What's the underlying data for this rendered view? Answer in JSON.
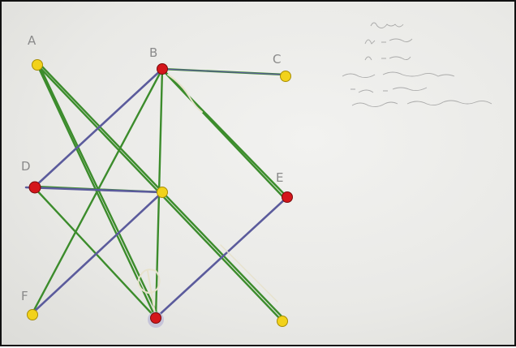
{
  "labels": {
    "a": "A",
    "b": "B",
    "c": "C",
    "d": "D",
    "e": "E",
    "f": "F"
  },
  "pin_colors": {
    "yellow": "#f2d21b",
    "red": "#d4161b"
  },
  "thread_colors": {
    "green": "#3c8c2c",
    "purple": "#5b5b9c",
    "white": "#e7e2cc"
  }
}
